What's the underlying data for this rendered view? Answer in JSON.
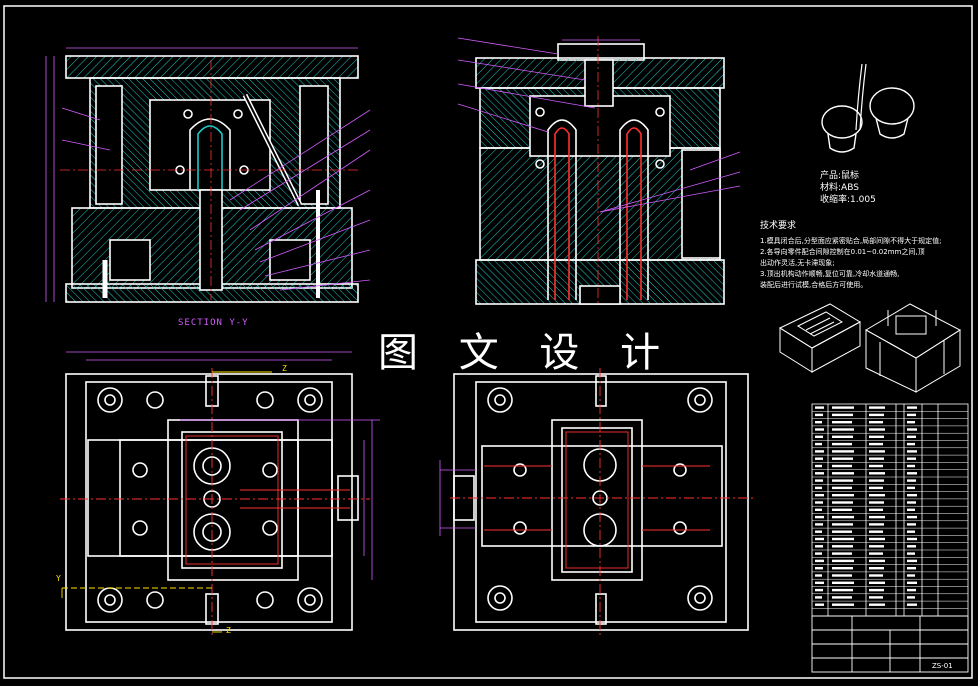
{
  "watermark": "图 文 设 计",
  "section_label": "SECTION Y-Y",
  "product_info": {
    "name_line": "产品:鼠标",
    "material_line": "材料:ABS",
    "shrink_line": "收缩率:1.005"
  },
  "tech_requirements": {
    "heading": "技术要求",
    "lines": [
      "1.模具闭合后,分型面应紧密贴合,局部间隙不得大于规定值;",
      "2.各导向零件配合间隙控制在0.01~0.02mm之间,顶",
      "出动作灵活,无卡滞现象;",
      "3.顶出机构动作顺畅,复位可靠,冷却水道通畅,",
      "装配后进行试模,合格后方可使用。"
    ]
  },
  "axis_labels": {
    "y": "Y",
    "z": "Z"
  },
  "title_block": {
    "drawing_no": "ZS-01"
  },
  "colors": {
    "background": "#000000",
    "outline": "#ffffff",
    "hatch": "#1ec9c9",
    "centerline": "#ff3030",
    "dimension": "#d45cff",
    "highlight": "#ffe000",
    "leader": "#ff50ff"
  }
}
